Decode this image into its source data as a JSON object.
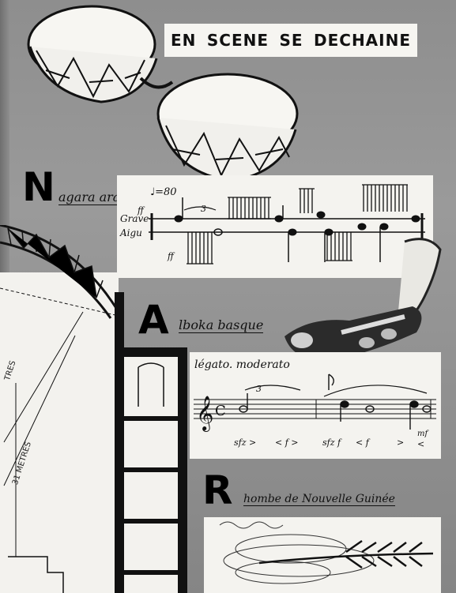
{
  "title": {
    "words": [
      "EN",
      "SCENE",
      "SE",
      "DECHAINE"
    ]
  },
  "section_n": {
    "letter": "N",
    "caption": "agara arabe",
    "tempo": "♩=80",
    "labels": [
      "Grave",
      "Aigu"
    ],
    "dynamics": [
      "ff",
      "ff"
    ],
    "tuplet": "3"
  },
  "section_a": {
    "letter": "A",
    "caption": "lboka basque",
    "tempo_text": "légato. moderato",
    "tuplet": "3",
    "dynamics": [
      "sfz >",
      "< f >",
      "sfz f",
      "< f",
      ">",
      "mf",
      "<"
    ]
  },
  "section_r": {
    "letter": "R",
    "caption": "hombe de Nouvelle Guinée"
  },
  "tower": {
    "labels": [
      "TRES",
      "31 METRES"
    ]
  },
  "colors": {
    "paper": "#f4f3ef",
    "ink": "#111111",
    "background": "#8f8f8f"
  }
}
